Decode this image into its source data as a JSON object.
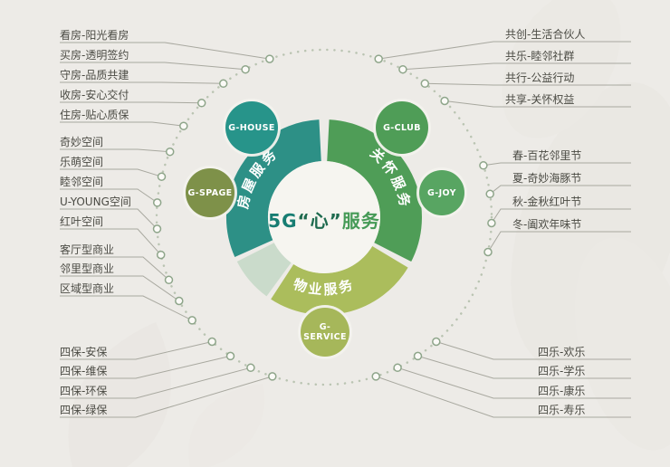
{
  "center": {
    "t5g": "5G",
    "heart": "“心”",
    "service": "服务"
  },
  "ring_segments": [
    {
      "label": "房屋服务",
      "color": "#2d9086"
    },
    {
      "label": "关怀服务",
      "color": "#4f9d57"
    },
    {
      "label": "物业服务",
      "color": "#abbd5c"
    }
  ],
  "badges": [
    {
      "label": "G-HOUSE",
      "color": "#27948a"
    },
    {
      "label": "G-CLUB",
      "color": "#4f9d57"
    },
    {
      "label": "G-SPAGE",
      "color": "#7e9149"
    },
    {
      "label": "G-JOY",
      "color": "#58a562"
    },
    {
      "label": "G-SERVICE",
      "color": "#a6b75a"
    }
  ],
  "left_labels": [
    "看房-阳光看房",
    "买房-透明签约",
    "守房-品质共建",
    "收房-安心交付",
    "住房-贴心质保",
    "奇妙空间",
    "乐萌空间",
    "睦邻空间",
    "U-YOUNG空间",
    "红叶空间",
    "客厅型商业",
    "邻里型商业",
    "区域型商业",
    "四保-安保",
    "四保-维保",
    "四保-环保",
    "四保-绿保"
  ],
  "right_labels": [
    "共创-生活合伙人",
    "共乐-睦邻社群",
    "共行-公益行动",
    "共享-关怀权益",
    "春-百花邻里节",
    "夏-奇妙海豚节",
    "秋-金秋红叶节",
    "冬-阖欢年味节",
    "四乐-欢乐",
    "四乐-学乐",
    "四乐-康乐",
    "四乐-寿乐"
  ]
}
